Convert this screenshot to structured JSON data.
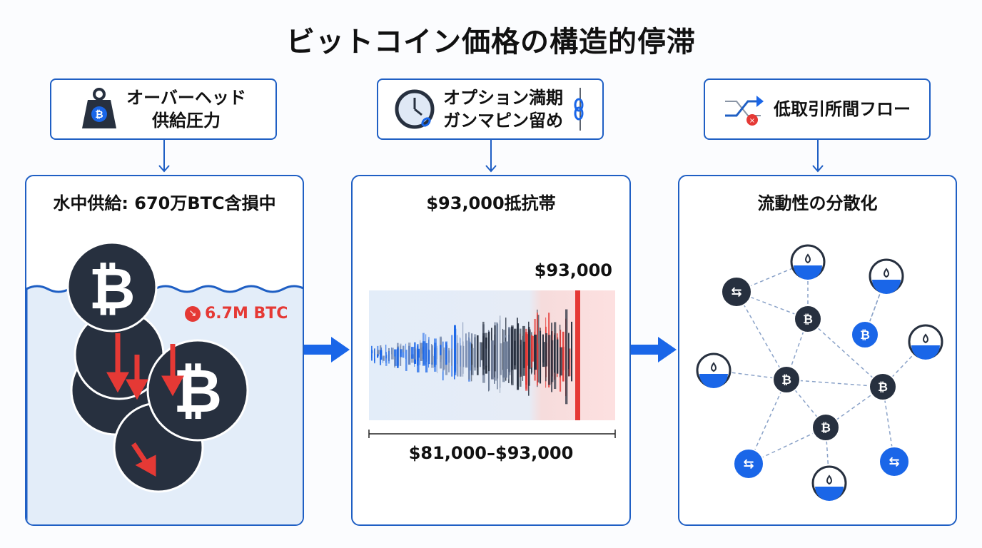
{
  "title": "ビットコイン価格の構造的停滞",
  "factors": [
    {
      "label_line1": "オーバーヘッド",
      "label_line2": "供給圧力",
      "icon": "bitcoin-weight-icon"
    },
    {
      "label_line1": "オプション満期",
      "label_line2": "ガンマピン留め",
      "icon": "clock-chain-icon"
    },
    {
      "label_line1": "低取引所間フロー",
      "icon": "blocked-flow-icon"
    }
  ],
  "panels": [
    {
      "title": "水中供給: 670万BTC含損中",
      "badge": "6.7M BTC"
    },
    {
      "title": "$93,000抵抗帯",
      "resistance_label": "$93,000",
      "range_label": "$81,000–$93,000"
    },
    {
      "title": "流動性の分散化"
    }
  ],
  "colors": {
    "accent": "#1f5fc4",
    "bright_blue": "#1a66e8",
    "dark": "#27303f",
    "red": "#e53935",
    "water": "#e3edf9"
  }
}
